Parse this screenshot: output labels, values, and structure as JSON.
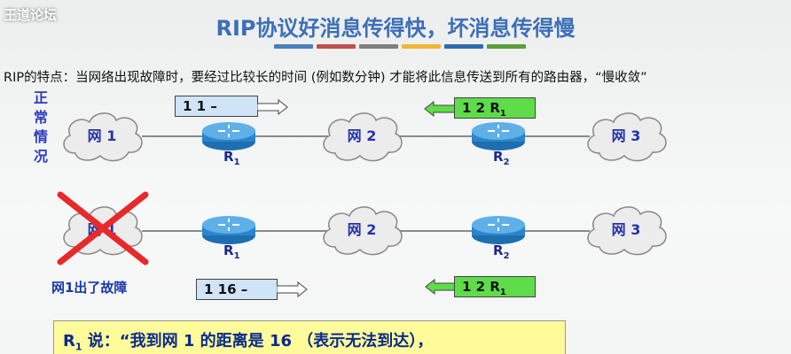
{
  "watermark": "王道论坛",
  "title": "RIP协议好消息传得快，坏消息传得慢",
  "color_bar_colors": [
    "#4a7ebb",
    "#c0504d",
    "#7f7f7f",
    "#f2b632",
    "#2f6ab0",
    "#5a9e3a"
  ],
  "description": "RIP的特点：当网络出现故障时，要经过比较长的时间 (例如数分钟) 才能将此信息传送到所有的路由器，“慢收敛”",
  "normal_label": "正常情况",
  "top_row": {
    "net1": "网 1",
    "net2": "网 2",
    "net3": "网 3",
    "router1": "R",
    "router1_sub": "1",
    "router2": "R",
    "router2_sub": "2",
    "table_left": "1  1  –",
    "table_right": "1  2  R",
    "table_right_sub": "1"
  },
  "bottom_row": {
    "net1": "网 1",
    "net2": "网 2",
    "net3": "网 3",
    "router1": "R",
    "router1_sub": "1",
    "router2": "R",
    "router2_sub": "2",
    "table_left": "1  16  –",
    "table_right": "1  2  R",
    "table_right_sub": "1"
  },
  "fault_label": "网1出了故障",
  "callout": {
    "prefix": "R",
    "prefix_sub": "1",
    "text": " 说：“我到网 1 的距离是 16 （表示无法到达），"
  },
  "colors": {
    "title": "#3d6fb8",
    "table_left_bg": "#cfe4f7",
    "table_right_bg": "#5edc4a",
    "cross": "#e8282a",
    "callout_bg": "#fffb9a"
  }
}
